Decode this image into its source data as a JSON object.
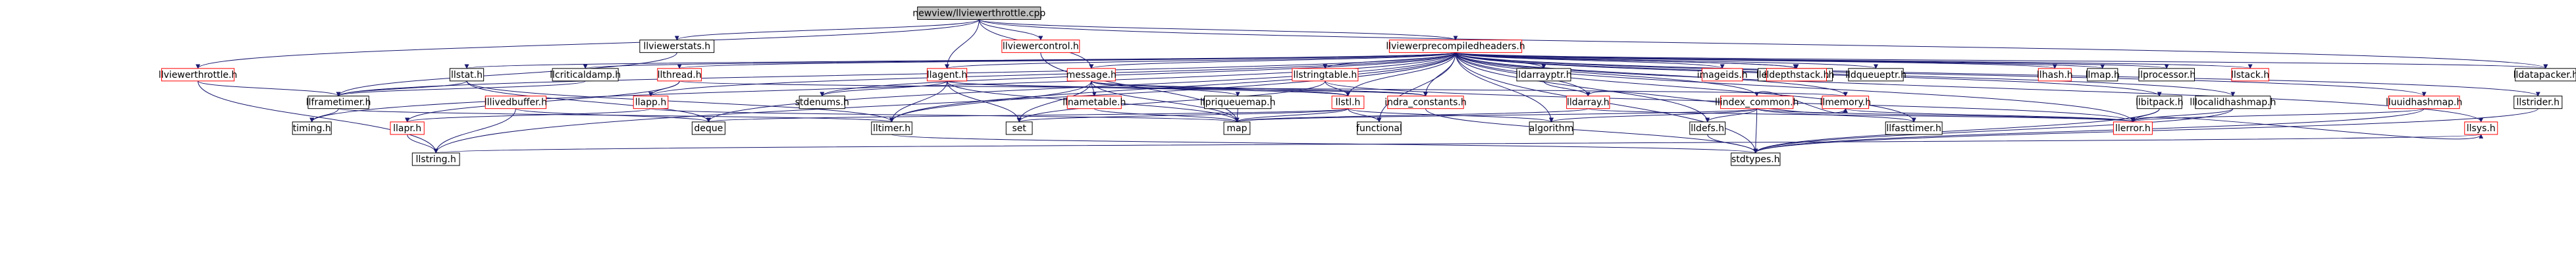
{
  "colors": {
    "background": "#ffffff",
    "root_fill": "#bfbfbf",
    "node_fill": "#ffffff",
    "node_border_black": "#000000",
    "node_border_red": "#ff0000",
    "edge_main": "#191970",
    "edge_dark": "#4b4b4b"
  },
  "nodes": [
    {
      "id": "root",
      "label": "newview/llviewerthrottle.cpp",
      "root": true
    },
    {
      "id": "llviewerstats",
      "label": "llviewerstats.h"
    },
    {
      "id": "llviewercontrol",
      "label": "llviewercontrol.h",
      "red": true
    },
    {
      "id": "llviewerprecompiledheaders",
      "label": "llviewerprecompiledheaders.h",
      "red": true
    },
    {
      "id": "llviewerthrottle",
      "label": "llviewerthrottle.h",
      "red": true
    },
    {
      "id": "llstat",
      "label": "llstat.h"
    },
    {
      "id": "llcriticaldamp",
      "label": "llcriticaldamp.h"
    },
    {
      "id": "llthread",
      "label": "llthread.h",
      "red": true
    },
    {
      "id": "llagent",
      "label": "llagent.h",
      "red": true
    },
    {
      "id": "message",
      "label": "message.h",
      "red": true
    },
    {
      "id": "llstringtable",
      "label": "llstringtable.h",
      "red": true
    },
    {
      "id": "lldarrayptr",
      "label": "lldarrayptr.h"
    },
    {
      "id": "llendianswizzle",
      "label": "llendianswizzle.h"
    },
    {
      "id": "imageids",
      "label": "imageids.h",
      "red": true
    },
    {
      "id": "lldepthstack",
      "label": "lldepthstack.h",
      "red": true
    },
    {
      "id": "lldqueueptr",
      "label": "lldqueueptr.h"
    },
    {
      "id": "llhash",
      "label": "llhash.h",
      "red": true
    },
    {
      "id": "llmap",
      "label": "llmap.h"
    },
    {
      "id": "llprocessor",
      "label": "llprocessor.h"
    },
    {
      "id": "llstack",
      "label": "llstack.h",
      "red": true
    },
    {
      "id": "lldatapacker",
      "label": "lldatapacker.h"
    },
    {
      "id": "llframetimer",
      "label": "llframetimer.h"
    },
    {
      "id": "lllivedbuffer",
      "label": "lllivedbuffer.h",
      "red": true
    },
    {
      "id": "llapp",
      "label": "llapp.h",
      "red": true
    },
    {
      "id": "stdenums",
      "label": "stdenums.h"
    },
    {
      "id": "llnametable",
      "label": "llnametable.h",
      "red": true
    },
    {
      "id": "llpriqueuemap",
      "label": "llpriqueuemap.h"
    },
    {
      "id": "llstl",
      "label": "llstl.h",
      "red": true
    },
    {
      "id": "indra_constants",
      "label": "indra_constants.h",
      "red": true
    },
    {
      "id": "lldarray",
      "label": "lldarray.h",
      "red": true
    },
    {
      "id": "llindex_common",
      "label": "llindex_common.h",
      "red": true
    },
    {
      "id": "llmemory",
      "label": "llmemory.h",
      "red": true
    },
    {
      "id": "llbitpack",
      "label": "llbitpack.h"
    },
    {
      "id": "lllocalidhashmap",
      "label": "lllocalidhashmap.h"
    },
    {
      "id": "lluuidhashmap",
      "label": "lluuidhashmap.h",
      "red": true
    },
    {
      "id": "llstrider",
      "label": "llstrider.h"
    },
    {
      "id": "timing",
      "label": "timing.h"
    },
    {
      "id": "llapr",
      "label": "llapr.h",
      "red": true
    },
    {
      "id": "deque",
      "label": "deque"
    },
    {
      "id": "set",
      "label": "set"
    },
    {
      "id": "lltimer",
      "label": "lltimer.h"
    },
    {
      "id": "map",
      "label": "map"
    },
    {
      "id": "functional",
      "label": "functional"
    },
    {
      "id": "algorithm",
      "label": "algorithm"
    },
    {
      "id": "lldefs",
      "label": "lldefs.h"
    },
    {
      "id": "llfasttimer",
      "label": "llfasttimer.h"
    },
    {
      "id": "llerror",
      "label": "llerror.h",
      "red": true
    },
    {
      "id": "llsys",
      "label": "llsys.h",
      "red": true
    },
    {
      "id": "llstring",
      "label": "llstring.h"
    },
    {
      "id": "stdtypes",
      "label": "stdtypes.h"
    }
  ],
  "edges": [
    [
      "root",
      "llviewerstats"
    ],
    [
      "root",
      "llviewercontrol"
    ],
    [
      "root",
      "llviewerprecompiledheaders"
    ],
    [
      "root",
      "llviewerthrottle"
    ],
    [
      "root",
      "llagent"
    ],
    [
      "root",
      "message"
    ],
    [
      "root",
      "lldatapacker"
    ],
    [
      "llviewerstats",
      "llframetimer"
    ],
    [
      "llviewercontrol",
      "map"
    ],
    [
      "llviewerprecompiledheaders",
      "llstat"
    ],
    [
      "llviewerprecompiledheaders",
      "llcriticaldamp"
    ],
    [
      "llviewerprecompiledheaders",
      "llthread"
    ],
    [
      "llviewerprecompiledheaders",
      "llagent"
    ],
    [
      "llviewerprecompiledheaders",
      "message"
    ],
    [
      "llviewerprecompiledheaders",
      "llstringtable"
    ],
    [
      "llviewerprecompiledheaders",
      "lldarrayptr"
    ],
    [
      "llviewerprecompiledheaders",
      "imageids"
    ],
    [
      "llviewerprecompiledheaders",
      "lldepthstack"
    ],
    [
      "llviewerprecompiledheaders",
      "lldqueueptr"
    ],
    [
      "llviewerprecompiledheaders",
      "llendianswizzle"
    ],
    [
      "llviewerprecompiledheaders",
      "llhash"
    ],
    [
      "llviewerprecompiledheaders",
      "llmap"
    ],
    [
      "llviewerprecompiledheaders",
      "llprocessor"
    ],
    [
      "llviewerprecompiledheaders",
      "llstack"
    ],
    [
      "llviewerprecompiledheaders",
      "lldatapacker"
    ],
    [
      "llviewerprecompiledheaders",
      "llframetimer"
    ],
    [
      "llviewerprecompiledheaders",
      "llapp"
    ],
    [
      "llviewerprecompiledheaders",
      "stdenums"
    ],
    [
      "llviewerprecompiledheaders",
      "llstl"
    ],
    [
      "llviewerprecompiledheaders",
      "indra_constants"
    ],
    [
      "llviewerprecompiledheaders",
      "lldarray"
    ],
    [
      "llviewerprecompiledheaders",
      "llindex_common"
    ],
    [
      "llviewerprecompiledheaders",
      "llmemory"
    ],
    [
      "llviewerprecompiledheaders",
      "llbitpack"
    ],
    [
      "llviewerprecompiledheaders",
      "lllocalidhashmap"
    ],
    [
      "llviewerprecompiledheaders",
      "lluuidhashmap"
    ],
    [
      "llviewerprecompiledheaders",
      "llstrider"
    ],
    [
      "llviewerprecompiledheaders",
      "timing"
    ],
    [
      "llviewerprecompiledheaders",
      "deque"
    ],
    [
      "llviewerprecompiledheaders",
      "lltimer"
    ],
    [
      "llviewerprecompiledheaders",
      "functional"
    ],
    [
      "llviewerprecompiledheaders",
      "algorithm"
    ],
    [
      "llviewerprecompiledheaders",
      "lldefs"
    ],
    [
      "llviewerprecompiledheaders",
      "llfasttimer"
    ],
    [
      "llviewerprecompiledheaders",
      "llerror"
    ],
    [
      "llviewerprecompiledheaders",
      "llsys"
    ],
    [
      "llviewerprecompiledheaders",
      "llstring"
    ],
    [
      "llviewerprecompiledheaders",
      "stdtypes"
    ],
    [
      "llviewerthrottle",
      "llframetimer"
    ],
    [
      "llviewerthrottle",
      "llstring"
    ],
    [
      "llstat",
      "llframetimer"
    ],
    [
      "llstat",
      "lltimer"
    ],
    [
      "llstat",
      "deque"
    ],
    [
      "llcriticaldamp",
      "llframetimer"
    ],
    [
      "llthread",
      "llapp"
    ],
    [
      "llthread",
      "llapr"
    ],
    [
      "llthread",
      "llmemory"
    ],
    [
      "llagent",
      "stdenums"
    ],
    [
      "llagent",
      "llstl"
    ],
    [
      "llagent",
      "lltimer"
    ],
    [
      "llagent",
      "set"
    ],
    [
      "llagent",
      "indra_constants"
    ],
    [
      "llagent",
      "map"
    ],
    [
      "message",
      "llnametable"
    ],
    [
      "message",
      "llpriqueuemap"
    ],
    [
      "message",
      "llstl"
    ],
    [
      "message",
      "map"
    ],
    [
      "message",
      "set"
    ],
    [
      "message",
      "lltimer"
    ],
    [
      "message",
      "indra_constants"
    ],
    [
      "llstringtable",
      "llstl"
    ],
    [
      "llstringtable",
      "llerror"
    ],
    [
      "llstringtable",
      "set"
    ],
    [
      "lldarrayptr",
      "lldarray"
    ],
    [
      "llframetimer",
      "timing"
    ],
    [
      "llframetimer",
      "lltimer"
    ],
    [
      "lllivedbuffer",
      "deque"
    ],
    [
      "lllivedbuffer",
      "llstring"
    ],
    [
      "llapp",
      "llapr"
    ],
    [
      "llapp",
      "map"
    ],
    [
      "llnametable",
      "map"
    ],
    [
      "llpriqueuemap",
      "map"
    ],
    [
      "llstl",
      "map"
    ],
    [
      "llstl",
      "set"
    ],
    [
      "llstl",
      "deque"
    ],
    [
      "llstl",
      "functional"
    ],
    [
      "llstl",
      "algorithm"
    ],
    [
      "indra_constants",
      "stdtypes"
    ],
    [
      "lldarray",
      "llmemory"
    ],
    [
      "lldarray",
      "llerror"
    ],
    [
      "lldarray",
      "map"
    ],
    [
      "llindex_common",
      "llmemory"
    ],
    [
      "llindex_common",
      "map"
    ],
    [
      "llindex_common",
      "algorithm"
    ],
    [
      "llindex_common",
      "stdtypes"
    ],
    [
      "llindex_common",
      "llerror"
    ],
    [
      "llindex_common",
      "lldefs"
    ],
    [
      "llindex_common",
      "llfasttimer"
    ],
    [
      "llmemory",
      "llerror"
    ],
    [
      "llbitpack",
      "llerror"
    ],
    [
      "llbitpack",
      "stdtypes"
    ],
    [
      "lllocalidhashmap",
      "llerror"
    ],
    [
      "lllocalidhashmap",
      "stdtypes"
    ],
    [
      "lluuidhashmap",
      "llerror"
    ],
    [
      "lluuidhashmap",
      "stdtypes"
    ],
    [
      "llstrider",
      "stdtypes"
    ],
    [
      "llapr",
      "llstring"
    ],
    [
      "lltimer",
      "stdtypes"
    ],
    [
      "lldefs",
      "stdtypes"
    ],
    [
      "llerror",
      "llsys"
    ],
    [
      "llsys",
      "llstring"
    ]
  ]
}
